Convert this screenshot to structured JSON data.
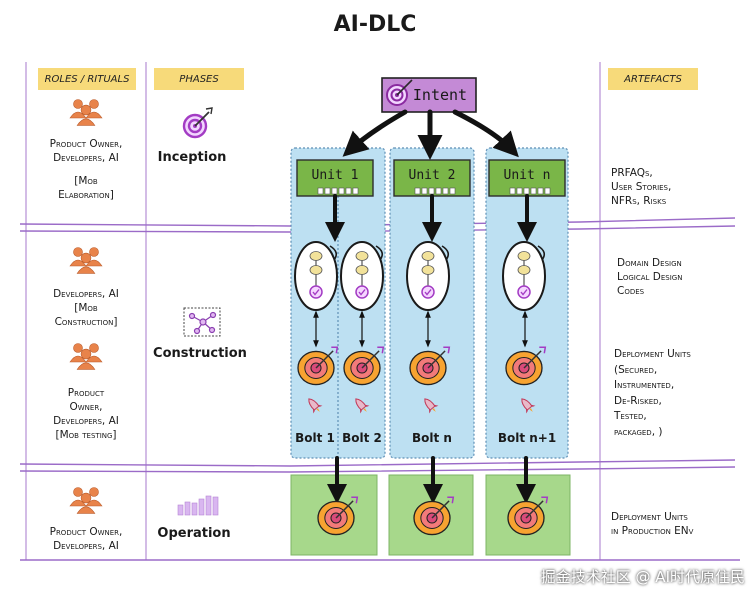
{
  "title": "AI-DLC",
  "headers": {
    "roles": "ROLES / RITUALS",
    "phases": "PHASES",
    "artefacts": "ARTEFACTS"
  },
  "roles": {
    "inception_1": "Product Owner,",
    "inception_2": "Developers, AI",
    "inception_3": "[Mob",
    "inception_4": "Elaboration]",
    "construction_a1": "Developers, AI",
    "construction_a2": "[Mob",
    "construction_a3": "Construction]",
    "construction_b1": "Product",
    "construction_b2": "Owner,",
    "construction_b3": "Developers, AI",
    "construction_b4": "[Mob testing]",
    "operation_1": "Product Owner,",
    "operation_2": "Developers, AI"
  },
  "phases": {
    "inception": "Inception",
    "construction": "Construction",
    "operation": "Operation"
  },
  "intent": "Intent",
  "units": [
    "Unit 1",
    "Unit 2",
    "Unit n"
  ],
  "bolts": [
    "Bolt 1",
    "Bolt 2",
    "Bolt n",
    "Bolt n+1"
  ],
  "artefacts": {
    "inception_1": "PRFAQs,",
    "inception_2": "User Stories,",
    "inception_3": "NFRs, Risks",
    "design_1": "Domain Design",
    "design_2": "Logical Design",
    "design_3": "Codes",
    "deploy_1": "Deployment Units",
    "deploy_2": "(Secured,",
    "deploy_3": "Instrumented,",
    "deploy_4": "De-Risked,",
    "deploy_5": "Tested,",
    "deploy_6": "packaged, )",
    "operation_1": "Deployment Units",
    "operation_2": "in Production ENv"
  },
  "watermark": "掘金技术社区 @ AI时代原住民",
  "colors": {
    "header": "#f7da7a",
    "column": "#bde0f2",
    "unit": "#7ab648",
    "intent": "#c48ad6",
    "operation_box": "#a7d88b",
    "target": "#f7a331",
    "people": "#e8834a",
    "divider": "#9b6bc8"
  }
}
